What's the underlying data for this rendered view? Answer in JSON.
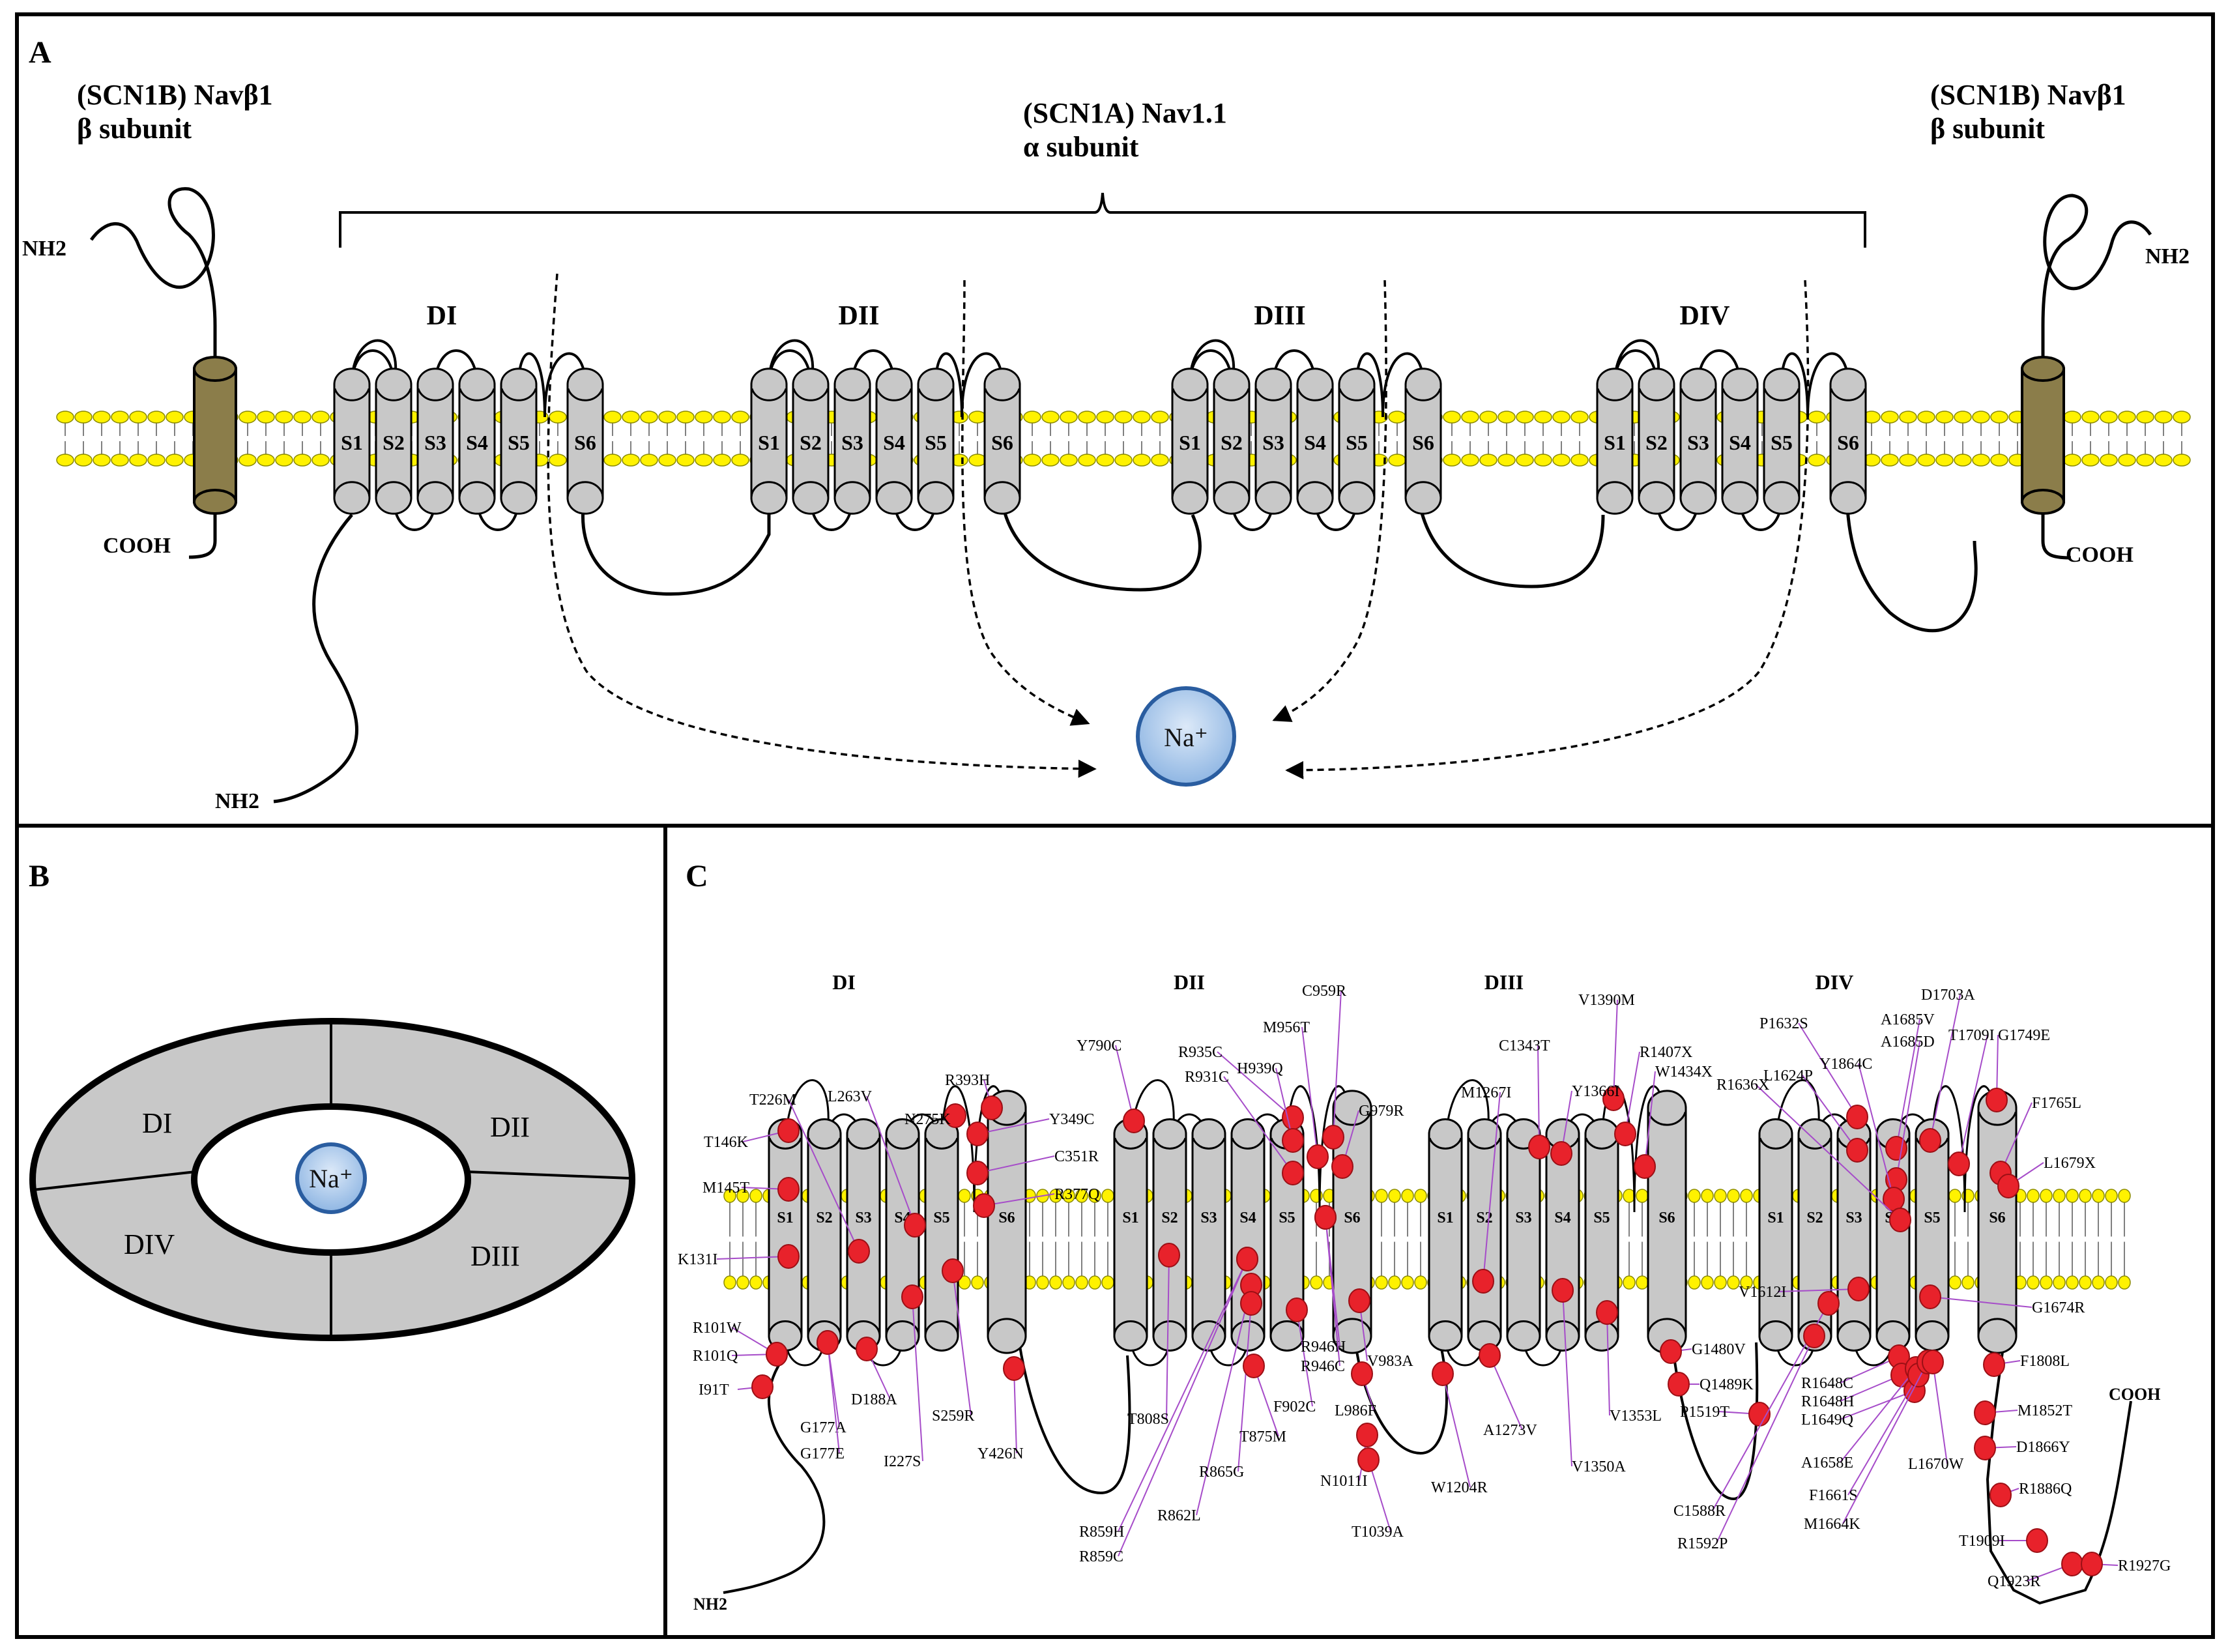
{
  "panels": {
    "a": "A",
    "b": "B",
    "c": "C"
  },
  "panel_a": {
    "beta_left": {
      "line1": "(SCN1B) Navβ1",
      "line2": "β subunit"
    },
    "beta_right": {
      "line1": "(SCN1B) Navβ1",
      "line2": "β subunit"
    },
    "alpha": {
      "line1": "(SCN1A) Nav1.1",
      "line2": "α subunit"
    },
    "domains": [
      "DI",
      "DII",
      "DIII",
      "DIV"
    ],
    "segments": [
      "S1",
      "S2",
      "S3",
      "S4",
      "S5",
      "S6"
    ],
    "nh2": "NH2",
    "cooh": "COOH",
    "ion": "Na⁺"
  },
  "panel_b": {
    "quadrants": [
      "DI",
      "DII",
      "DIII",
      "DIV"
    ],
    "ion": "Na⁺"
  },
  "panel_c": {
    "domains": [
      "DI",
      "DII",
      "DIII",
      "DIV"
    ],
    "segments": [
      "S1",
      "S2",
      "S3",
      "S4",
      "S5",
      "S6"
    ],
    "nh2": "NH2",
    "cooh": "COOH",
    "mutations": [
      "T226M",
      "L263V",
      "R393H",
      "N275K",
      "T146K",
      "Y349C",
      "C351R",
      "M145T",
      "R377Q",
      "K131I",
      "R101W",
      "R101Q",
      "I91T",
      "G177A",
      "G177E",
      "D188A",
      "I227S",
      "S259R",
      "Y426N",
      "Y790C",
      "R935C",
      "H939Q",
      "R931C",
      "M956T",
      "C959R",
      "G979R",
      "T808S",
      "R859H",
      "R859C",
      "R862L",
      "R865G",
      "T875M",
      "F902C",
      "R946H",
      "R946C",
      "V983A",
      "L986F",
      "N1011I",
      "T1039A",
      "W1204R",
      "M1267I",
      "C1343T",
      "V1390M",
      "Y1366I",
      "R1407X",
      "W1434X",
      "A1273V",
      "V1350A",
      "V1353L",
      "P1632S",
      "L1624P",
      "A1685V",
      "D1703A",
      "A1685D",
      "Y1864C",
      "T1709I",
      "G1749E",
      "R1636X",
      "F1765L",
      "L1679X",
      "V1612I",
      "G1674R",
      "G1480V",
      "Q1489K",
      "P1519T",
      "R1648C",
      "R1648H",
      "L1649Q",
      "A1658E",
      "F1661S",
      "M1664K",
      "L1670W",
      "C1588R",
      "R1592P",
      "F1808L",
      "M1852T",
      "D1866Y",
      "R1886Q",
      "T1909I",
      "Q1923R",
      "R1927G"
    ]
  },
  "colors": {
    "beta_subunit": "#8B7D4A",
    "segment": "#C8C8C8",
    "lipid": "#FFF200",
    "mutation": "#E8222B",
    "ion": "#A9C8EC",
    "label_line": "#A64CC9"
  }
}
